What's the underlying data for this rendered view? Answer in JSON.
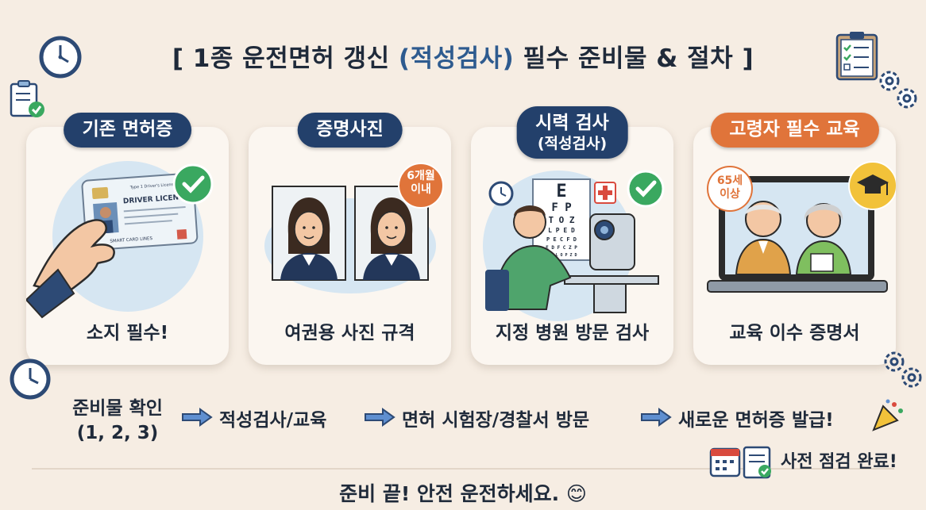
{
  "title": {
    "prefix": "[ 1종 운전면허 갱신 ",
    "highlight": "(적성검사)",
    "suffix": " 필수 준비물 & 절차 ]"
  },
  "cards": [
    {
      "header": "기존 면허증",
      "caption": "소지 필수!",
      "license_title": "DRIVER LICENSE",
      "license_small": "SMART CARD LINES",
      "license_top": "Type 1 Driver's License"
    },
    {
      "header": "증명사진",
      "caption": "여권용 사진 규격",
      "badge_line1": "6개월",
      "badge_line2": "이내"
    },
    {
      "header": "시력 검사",
      "header_sub": "(적성검사)",
      "caption": "지정 병원 방문 검사",
      "chart_rows": [
        "E",
        "F P",
        "T O Z",
        "L P E D",
        "P E C F D",
        "E D F C Z P",
        "F E L O P Z D"
      ]
    },
    {
      "header": "고령자 필수 교육",
      "caption": "교육 이수 증명서",
      "badge_line1": "65세",
      "badge_line2": "이상"
    }
  ],
  "flow": {
    "step1_line1": "준비물 확인",
    "step1_line2": "(1, 2, 3)",
    "step2": "적성검사/교육",
    "step3": "면허 시험장/경찰서 방문",
    "step4": "새로운 면허증 발급!"
  },
  "check_done": "사전 점검 완료!",
  "footer": "준비 끝! 안전 운전하세요. 😊",
  "colors": {
    "navy": "#23406b",
    "orange": "#e0743a",
    "accent_blue": "#2e5b8f",
    "check_green": "#3aa860",
    "bg": "#f6ede3"
  }
}
